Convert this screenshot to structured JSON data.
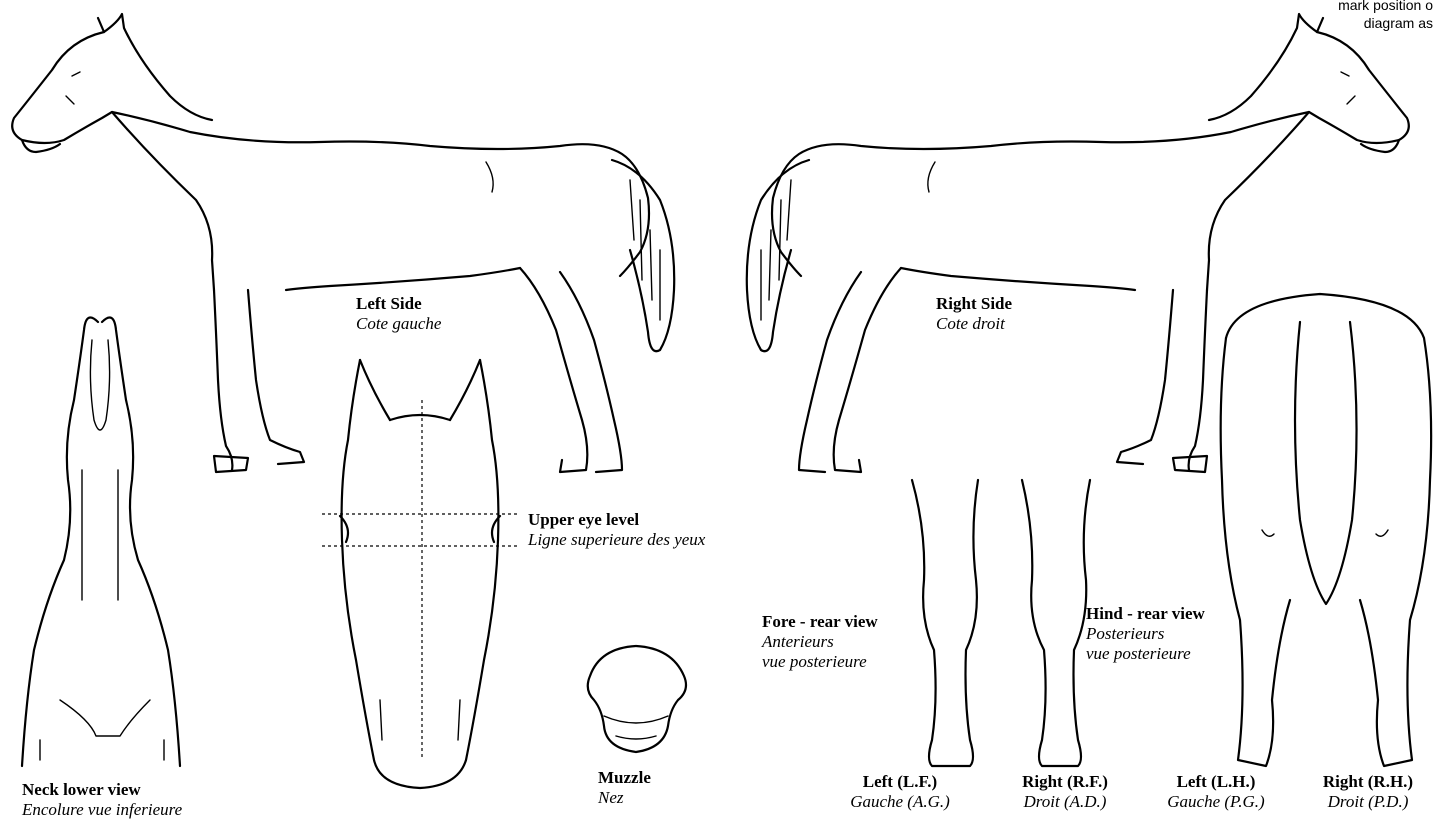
{
  "instruction": {
    "line1": "mark position o",
    "line2": "diagram as"
  },
  "views": {
    "left_side": {
      "title": "Left Side",
      "subtitle": "Cote gauche"
    },
    "right_side": {
      "title": "Right Side",
      "subtitle": "Cote droit"
    },
    "upper_eye": {
      "title": "Upper eye level",
      "subtitle": "Ligne superieure des yeux"
    },
    "fore_rear": {
      "title": "Fore - rear view",
      "subtitle1": "Anterieurs",
      "subtitle2": "vue posterieure"
    },
    "hind_rear": {
      "title": "Hind - rear view",
      "subtitle1": "Posterieurs",
      "subtitle2": "vue posterieure"
    },
    "neck_lower": {
      "title": "Neck lower view",
      "subtitle": "Encolure vue inferieure"
    },
    "muzzle": {
      "title": "Muzzle",
      "subtitle": "Nez"
    }
  },
  "legs": {
    "left_fore": {
      "title": "Left (L.F.)",
      "subtitle": "Gauche (A.G.)"
    },
    "right_fore": {
      "title": "Right (R.F.)",
      "subtitle": "Droit (A.D.)"
    },
    "left_hind": {
      "title": "Left (L.H.)",
      "subtitle": "Gauche (P.G.)"
    },
    "right_hind": {
      "title": "Right (R.H.)",
      "subtitle": "Droit (P.D.)"
    }
  }
}
